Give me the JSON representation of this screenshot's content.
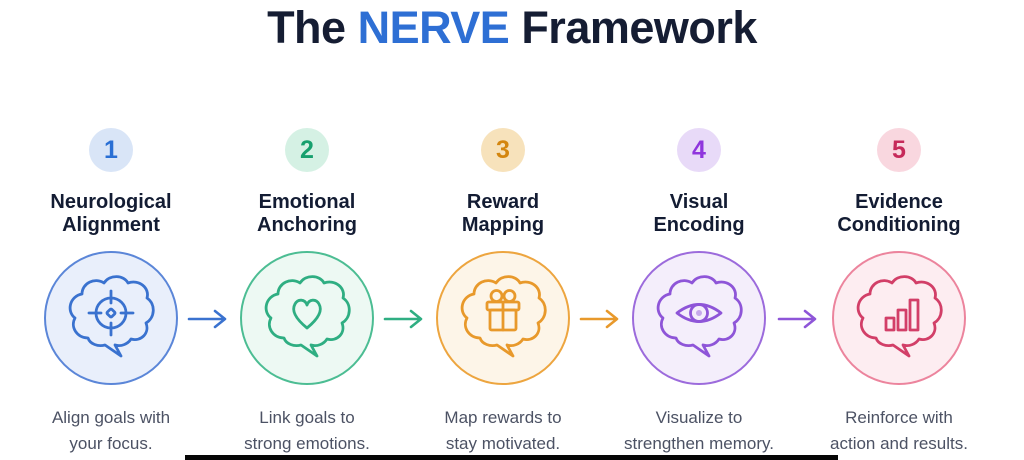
{
  "title": {
    "prefix": "The ",
    "highlight": "NERVE",
    "suffix": " Framework",
    "accent_color": "#2e6fd4",
    "text_color": "#151d33"
  },
  "steps": [
    {
      "number": "1",
      "title_line1": "Neurological",
      "title_line2": "Alignment",
      "desc_line1": "Align goals with",
      "desc_line2": "your focus.",
      "icon": "brain-target-icon",
      "color": "#3a72cf"
    },
    {
      "number": "2",
      "title_line1": "Emotional",
      "title_line2": "Anchoring",
      "desc_line1": "Link goals to",
      "desc_line2": "strong emotions.",
      "icon": "brain-heart-icon",
      "color": "#2fae82"
    },
    {
      "number": "3",
      "title_line1": "Reward",
      "title_line2": "Mapping",
      "desc_line1": "Map rewards to",
      "desc_line2": "stay motivated.",
      "icon": "brain-gift-icon",
      "color": "#e8992b"
    },
    {
      "number": "4",
      "title_line1": "Visual",
      "title_line2": "Encoding",
      "desc_line1": "Visualize to",
      "desc_line2": "strengthen memory.",
      "icon": "brain-eye-icon",
      "color": "#8e55d8"
    },
    {
      "number": "5",
      "title_line1": "Evidence",
      "title_line2": "Conditioning",
      "desc_line1": "Reinforce with",
      "desc_line2": "action and results.",
      "icon": "brain-chart-icon",
      "color": "#d23f68"
    }
  ],
  "arrows": [
    {
      "direction": "right",
      "color": "#3a72cf"
    },
    {
      "direction": "right",
      "color": "#2fae82"
    },
    {
      "direction": "right",
      "color": "#e8992b"
    },
    {
      "direction": "right",
      "color": "#8e55d8"
    }
  ]
}
